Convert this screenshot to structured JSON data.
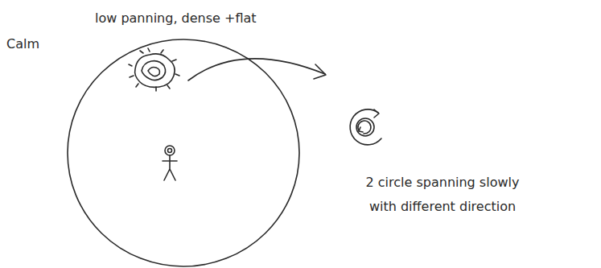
{
  "diagram": {
    "labels": [
      "Calm",
      "low panning, dense +flat",
      "2 circle spanning slowly with different direction"
    ]
  }
}
